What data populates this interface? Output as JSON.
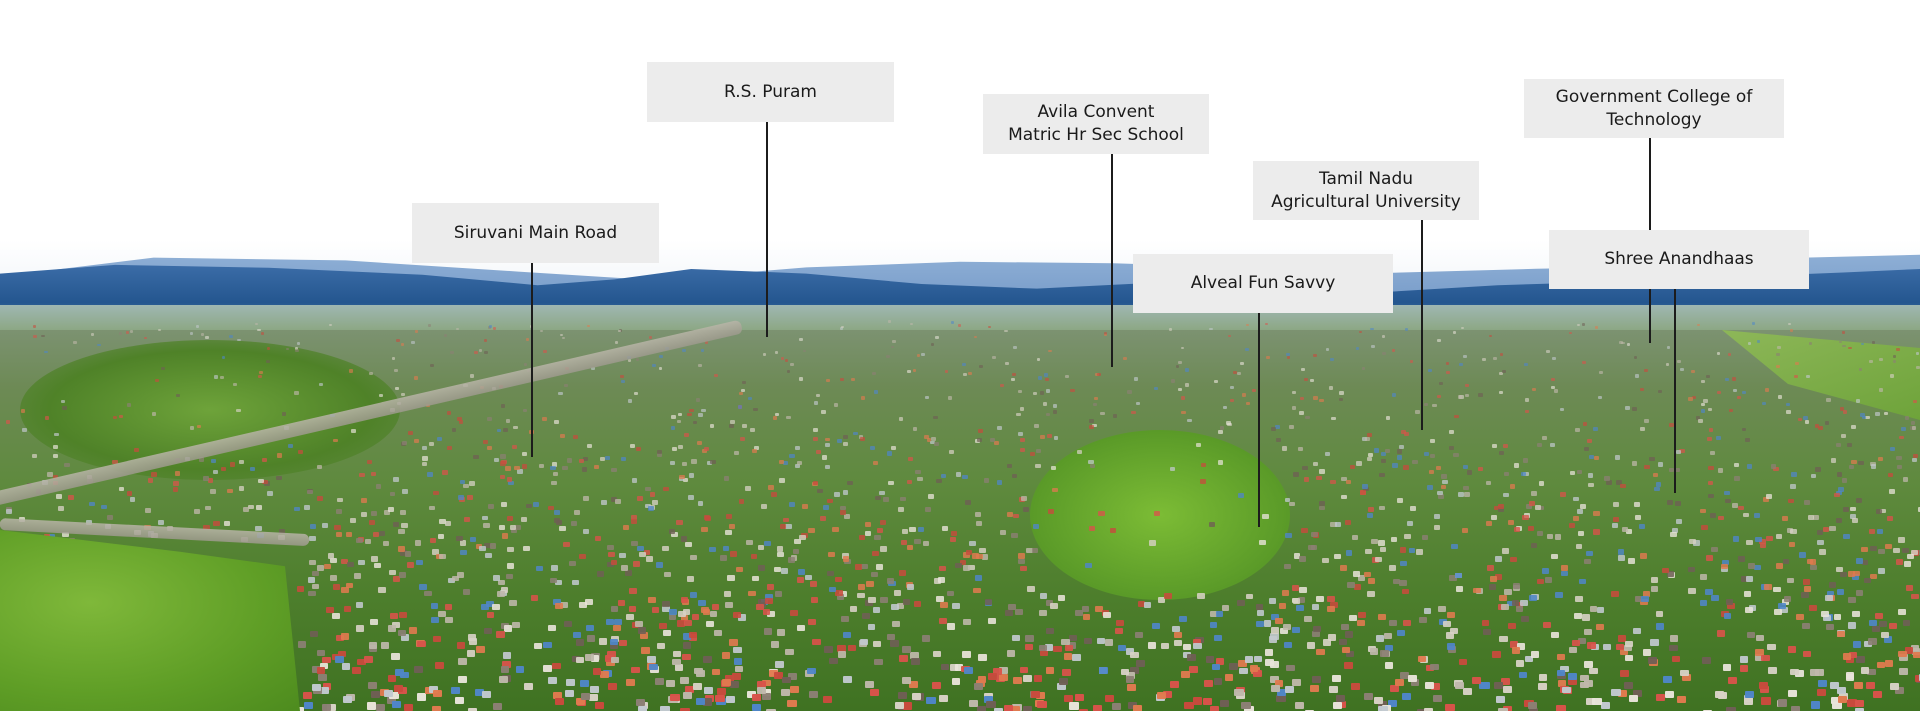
{
  "scene": {
    "description": "Aerial panorama of city with labelled landmarks",
    "colors": {
      "label_background": "#ececec",
      "label_text": "#1a1a1a",
      "leader_line": "#1c1c1c",
      "sky": "#ffffff",
      "mountains": "#2a5a95",
      "vegetation": "#4d7e2c",
      "roofs": [
        "#d9534a",
        "#c94a3d",
        "#e07a4f",
        "#d8d2c6",
        "#bfb8ab",
        "#8c8074",
        "#e9e4da",
        "#6f5f55",
        "#4f86c9",
        "#c2c9cf"
      ]
    }
  },
  "landmarks": [
    {
      "id": "siruvani",
      "label": "Siruvani Main Road"
    },
    {
      "id": "rs-puram",
      "label": "R.S. Puram"
    },
    {
      "id": "avila",
      "label": "Avila Convent\nMatric Hr Sec School"
    },
    {
      "id": "alveal",
      "label": "Alveal Fun Savvy"
    },
    {
      "id": "tnau",
      "label": "Tamil Nadu\nAgricultural University"
    },
    {
      "id": "gct",
      "label": "Government College of\nTechnology"
    },
    {
      "id": "shree",
      "label": "Shree Anandhaas"
    }
  ]
}
